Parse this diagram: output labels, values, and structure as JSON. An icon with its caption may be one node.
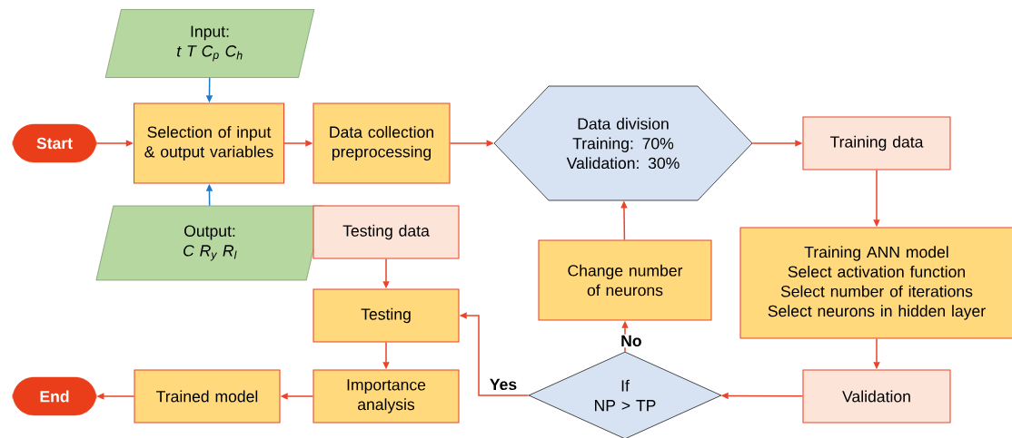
{
  "diagram": {
    "nodes": [
      {
        "text": [
          "Start"
        ]
      },
      {
        "text": [
          "Input:",
          "t T C$_{p}$ C$_{h}$"
        ]
      },
      {
        "text": [
          "Selection of input & output variables"
        ]
      },
      {
        "text": [
          "Output:",
          "C R$_{y}$ R$_{l}$"
        ]
      },
      {
        "text": [
          "Data collection preprocessing"
        ]
      },
      {
        "text": [
          "Data division",
          "Training: 70%",
          "Validation: 30%"
        ]
      },
      {
        "text": [
          "Training data"
        ]
      },
      {
        "text": [
          "Training ANN model",
          "Select activation function",
          "Select number of iterations",
          "Select neurons in hidden layer"
        ]
      },
      {
        "text": [
          "Validation"
        ]
      },
      {
        "text": [
          "If",
          "NP > TP"
        ]
      },
      {
        "text": [
          "Change number of neurons"
        ]
      },
      {
        "text": [
          "Testing data"
        ]
      },
      {
        "text": [
          "Testing"
        ]
      },
      {
        "text": [
          "Importance analysis"
        ]
      },
      {
        "text": [
          "Trained model"
        ]
      },
      {
        "text": [
          "End"
        ]
      }
    ],
    "edges": [
      {
        "from": 0,
        "to": 2,
        "arrow": "to"
      },
      {
        "from": 1,
        "to": 2,
        "arrow": "to",
        "color": "#1f78c8"
      },
      {
        "from": 3,
        "to": 2,
        "arrow": "to",
        "color": "#1f78c8"
      },
      {
        "from": 2,
        "to": 4,
        "arrow": "to"
      },
      {
        "from": 4,
        "to": 5,
        "arrow": "to"
      },
      {
        "from": 5,
        "to": 6,
        "arrow": "to"
      },
      {
        "from": 6,
        "to": 7,
        "arrow": "to"
      },
      {
        "from": 7,
        "to": 8,
        "arrow": "to"
      },
      {
        "from": 8,
        "to": 9,
        "arrow": "to"
      },
      {
        "from": 9,
        "to": 10,
        "arrow": "to",
        "label": "No"
      },
      {
        "from": 10,
        "to": 5,
        "arrow": "to"
      },
      {
        "from": 9,
        "to": 12,
        "arrow": "to",
        "label": "Yes"
      },
      {
        "from": 11,
        "to": 12,
        "arrow": "to"
      },
      {
        "from": 12,
        "to": 13,
        "arrow": "to"
      },
      {
        "from": 13,
        "to": 14,
        "arrow": "to"
      },
      {
        "from": 14,
        "to": 15,
        "arrow": "to"
      }
    ]
  }
}
